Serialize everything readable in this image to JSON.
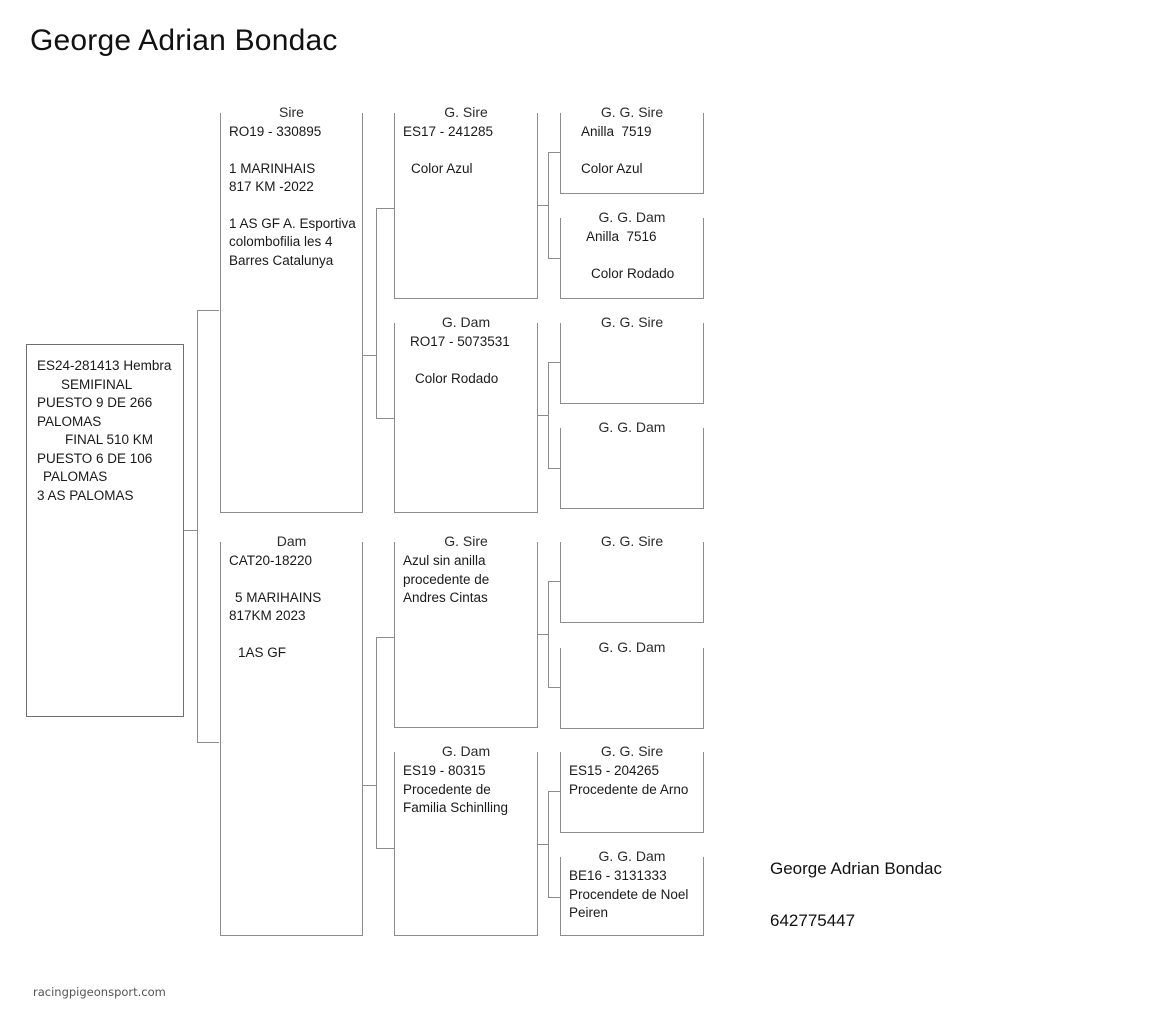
{
  "page": {
    "title": "George Adrian Bondac",
    "footer_credit": "racingpigeonsport.com"
  },
  "owner": {
    "name": "George Adrian Bondac",
    "phone": "642775447"
  },
  "captions": {
    "sire": "Sire",
    "dam": "Dam",
    "g_sire": "G. Sire",
    "g_dam": "G. Dam",
    "gg_sire": "G. G. Sire",
    "gg_dam": "G. G. Dam"
  },
  "subject": {
    "ring": "ES24-281413 Hembra",
    "result1_title": "SEMIFINAL",
    "result1_line1": "PUESTO 9 DE 266",
    "result1_line2": "PALOMAS",
    "result2_title": "FINAL 510 KM",
    "result2_line1": "PUESTO 6 DE 106",
    "result2_line2": "PALOMAS",
    "result3": "3 AS PALOMAS"
  },
  "sire": {
    "ring": "RO19 - 330895",
    "line1": "1 MARINHAIS",
    "line2": "817 KM -2022",
    "line3": "1 AS GF A. Esportiva",
    "line4": "colombofilia les 4",
    "line5": "Barres Catalunya"
  },
  "dam": {
    "ring": "CAT20-18220",
    "line1": "5 MARIHAINS",
    "line2": "817KM 2023",
    "line3": "1AS GF"
  },
  "sire_gsire": {
    "ring": "ES17 - 241285",
    "line1": "Color Azul"
  },
  "sire_gdam": {
    "ring": "RO17 - 5073531",
    "line1": "Color Rodado"
  },
  "dam_gsire": {
    "line1": "Azul sin anilla",
    "line2": "procedente de",
    "line3": "Andres Cintas"
  },
  "dam_gdam": {
    "ring": "ES19 - 80315",
    "line1": "Procedente de",
    "line2": "Familia Schinlling"
  },
  "gg": {
    "s_s_sire": {
      "ring": "Anilla  7519",
      "line1": "Color Azul"
    },
    "s_s_dam": {
      "ring": "Anilla  7516",
      "line1": "Color Rodado"
    },
    "s_d_sire": {
      "ring": "",
      "line1": ""
    },
    "s_d_dam": {
      "ring": "",
      "line1": ""
    },
    "d_s_sire": {
      "ring": "",
      "line1": ""
    },
    "d_s_dam": {
      "ring": "",
      "line1": ""
    },
    "d_d_sire": {
      "ring": "ES15 - 204265",
      "line1": "Procedente de Arno"
    },
    "d_d_dam": {
      "ring": "BE16 - 3131333",
      "line1": "Procendete de Noel",
      "line2": "Peiren"
    }
  }
}
